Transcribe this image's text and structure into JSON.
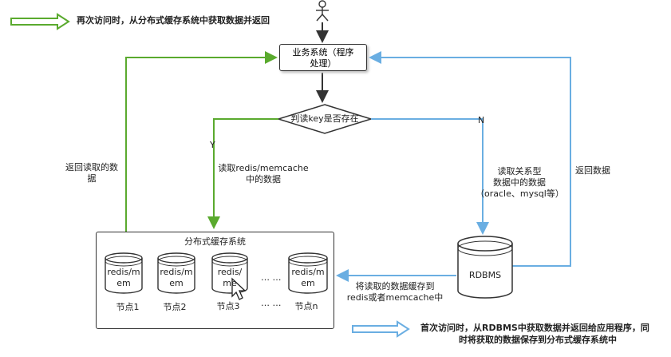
{
  "legend": {
    "green_text": "再次访问时，从分布式缓存系统中获取数据并返回",
    "blue_text_line1": "首次访问时，从RDBMS中获取数据并返回给应用程序，同",
    "blue_text_line2": "时将获取的数据保存到分布式缓存系统中"
  },
  "nodes": {
    "process": {
      "line1": "业务系统（程序",
      "line2": "处理）"
    },
    "decision": "判读key是否存在",
    "cluster_title": "分布式缓存系统",
    "rdbms": "RDBMS",
    "cache_nodes": [
      {
        "name": "redis/m\nem",
        "label": "节点1"
      },
      {
        "name": "redis/m\nem",
        "label": "节点2"
      },
      {
        "name": "redis/\nme",
        "label": "节点3"
      },
      {
        "name": "redis/m\nem",
        "label": "节点n"
      }
    ],
    "ellipsis_top": "… …",
    "ellipsis_bottom": "… …"
  },
  "edges": {
    "y_label": "Y",
    "n_label": "N",
    "read_cache_line1": "读取redis/memcache",
    "read_cache_line2": "中的数据",
    "return_read_line1": "返回读取的数",
    "return_read_line2": "据",
    "read_rdbms_line1": "读取关系型",
    "read_rdbms_line2": "数据中的数据",
    "read_rdbms_line3": "（oracle、mysql等）",
    "return_data": "返回数据",
    "save_cache_line1": "将读取的数据缓存到",
    "save_cache_line2": "redis或者memcache中"
  },
  "colors": {
    "green": "#5aaa2e",
    "blue": "#6aaee2",
    "dark": "#333333"
  }
}
